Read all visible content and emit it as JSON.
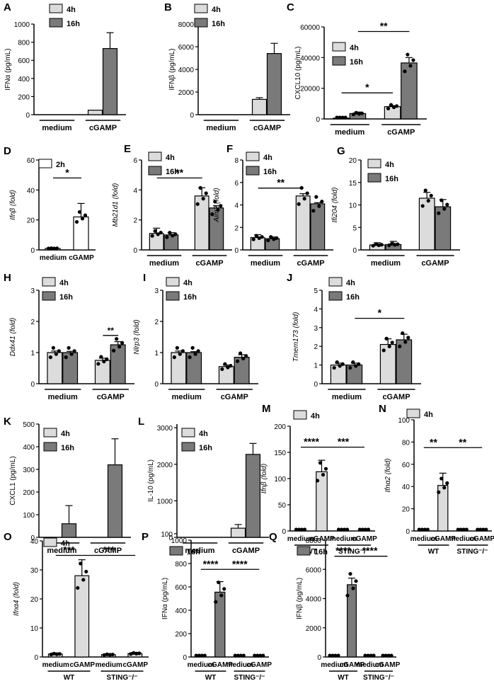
{
  "colors": {
    "h4": "#dcdcdc",
    "h16": "#7a7a7a",
    "h2": "#ffffff",
    "dot": "#000000"
  },
  "chart_data": [
    {
      "id": "A",
      "type": "bar",
      "panel_label": "A",
      "ylabel": "IFNα (pg/mL)",
      "ylim": [
        0,
        1000
      ],
      "yticks": [
        0,
        200,
        400,
        600,
        800,
        1000
      ],
      "groups": [
        "medium",
        "cGAMP"
      ],
      "legend": [
        "4h",
        "16h"
      ],
      "series": [
        {
          "name": "4h",
          "values": [
            0,
            50
          ],
          "errors": [
            0,
            0
          ]
        },
        {
          "name": "16h",
          "values": [
            0,
            730
          ],
          "errors": [
            0,
            175
          ]
        }
      ],
      "points": false
    },
    {
      "id": "B",
      "type": "bar",
      "panel_label": "B",
      "ylabel": "IFNβ (pg/mL)",
      "ylim": [
        0,
        8000
      ],
      "yticks": [
        0,
        2000,
        4000,
        6000,
        8000
      ],
      "groups": [
        "medium",
        "cGAMP"
      ],
      "legend": [
        "4h",
        "16h"
      ],
      "series": [
        {
          "name": "4h",
          "values": [
            0,
            1350
          ],
          "errors": [
            0,
            150
          ]
        },
        {
          "name": "16h",
          "values": [
            0,
            5400
          ],
          "errors": [
            0,
            900
          ]
        }
      ],
      "points": false
    },
    {
      "id": "C",
      "type": "bar",
      "panel_label": "C",
      "ylabel": "CXCL10 (pg/mL)",
      "ylim": [
        0,
        60000
      ],
      "yticks": [
        0,
        20000,
        40000,
        60000
      ],
      "groups": [
        "medium",
        "cGAMP"
      ],
      "legend": [
        "4h",
        "16h"
      ],
      "series": [
        {
          "name": "4h",
          "values": [
            500,
            8000
          ],
          "errors": [
            300,
            700
          ]
        },
        {
          "name": "16h",
          "values": [
            3500,
            36500
          ],
          "errors": [
            1000,
            3500
          ]
        }
      ],
      "points": true,
      "sig": [
        {
          "label": "*",
          "y": 17000
        },
        {
          "label": "**",
          "y": 57000
        }
      ]
    },
    {
      "id": "D",
      "type": "bar",
      "panel_label": "D",
      "ylabel": "Ifnβ (fold)",
      "ylim": [
        0,
        60
      ],
      "yticks": [
        0,
        20,
        40,
        60
      ],
      "groups": [],
      "categories": [
        "medium",
        "cGAMP"
      ],
      "legend": [
        "2h"
      ],
      "series": [
        {
          "name": "2h",
          "values": [
            1,
            22
          ],
          "errors": [
            0,
            9
          ]
        }
      ],
      "points": true,
      "sig": [
        {
          "label": "*",
          "y": 48
        }
      ]
    },
    {
      "id": "E",
      "type": "bar",
      "panel_label": "E",
      "ylabel": "Mb21d1 (fold)",
      "ylim": [
        0,
        6
      ],
      "yticks": [
        0,
        2,
        4,
        6
      ],
      "groups": [
        "medium",
        "cGAMP"
      ],
      "legend": [
        "4h",
        "16h"
      ],
      "series": [
        {
          "name": "4h",
          "values": [
            1.1,
            3.6
          ],
          "errors": [
            0.35,
            0.55
          ]
        },
        {
          "name": "16h",
          "values": [
            1.0,
            2.8
          ],
          "errors": [
            0.15,
            0.15
          ]
        }
      ],
      "points": true,
      "sig": [
        {
          "label": "**",
          "y": 4.8
        }
      ]
    },
    {
      "id": "F",
      "type": "bar",
      "panel_label": "F",
      "ylabel": "Aim2 (fold)",
      "ylim": [
        0,
        8
      ],
      "yticks": [
        0,
        2,
        4,
        6,
        8
      ],
      "groups": [
        "medium",
        "cGAMP"
      ],
      "legend": [
        "4h",
        "16h"
      ],
      "series": [
        {
          "name": "4h",
          "values": [
            1.1,
            4.8
          ],
          "errors": [
            0.25,
            0.2
          ]
        },
        {
          "name": "16h",
          "values": [
            1.0,
            4.1
          ],
          "errors": [
            0.15,
            0.1
          ]
        }
      ],
      "points": true,
      "sig": [
        {
          "label": "**",
          "y": 5.5
        }
      ]
    },
    {
      "id": "G",
      "type": "bar",
      "panel_label": "G",
      "ylabel": "Ifi204 (fold)",
      "ylim": [
        0,
        20
      ],
      "yticks": [
        0,
        5,
        10,
        15,
        20
      ],
      "groups": [
        "medium",
        "cGAMP"
      ],
      "legend": [
        "4h",
        "16h"
      ],
      "series": [
        {
          "name": "4h",
          "values": [
            1.1,
            11.5
          ],
          "errors": [
            0.5,
            1.3
          ]
        },
        {
          "name": "16h",
          "values": [
            1.2,
            9.6
          ],
          "errors": [
            0.7,
            1.6
          ]
        }
      ],
      "points": true
    },
    {
      "id": "H",
      "type": "bar",
      "panel_label": "H",
      "ylabel": "Ddx41 (fold)",
      "ylim": [
        0,
        3
      ],
      "yticks": [
        0,
        1,
        2,
        3
      ],
      "groups": [
        "medium",
        "cGAMP"
      ],
      "legend": [
        "4h",
        "16h"
      ],
      "series": [
        {
          "name": "4h",
          "values": [
            1.0,
            0.75
          ],
          "errors": [
            0.05,
            0.07
          ]
        },
        {
          "name": "16h",
          "values": [
            1.0,
            1.25
          ],
          "errors": [
            0.04,
            0.1
          ]
        }
      ],
      "points": true,
      "sig_pair": [
        {
          "label": "**",
          "y": 1.55,
          "group": 1
        }
      ]
    },
    {
      "id": "I",
      "type": "bar",
      "panel_label": "I",
      "ylabel": "Nlrp3 (fold)",
      "ylim": [
        0,
        3
      ],
      "yticks": [
        0,
        1,
        2,
        3
      ],
      "groups": [
        "medium",
        "cGAMP"
      ],
      "legend": [
        "4h",
        "16h"
      ],
      "series": [
        {
          "name": "4h",
          "values": [
            1.0,
            0.55
          ],
          "errors": [
            0.05,
            0.05
          ]
        },
        {
          "name": "16h",
          "values": [
            1.0,
            0.85
          ],
          "errors": [
            0.03,
            0.08
          ]
        }
      ],
      "points": true
    },
    {
      "id": "J",
      "type": "bar",
      "panel_label": "J",
      "ylabel": "Tmem173 (fold)",
      "ylim": [
        0,
        5
      ],
      "yticks": [
        0,
        1,
        2,
        3,
        4,
        5
      ],
      "groups": [
        "medium",
        "cGAMP"
      ],
      "legend": [
        "4h",
        "16h"
      ],
      "series": [
        {
          "name": "4h",
          "values": [
            1.0,
            2.1
          ],
          "errors": [
            0.1,
            0.3
          ]
        },
        {
          "name": "16h",
          "values": [
            1.0,
            2.35
          ],
          "errors": [
            0.1,
            0.3
          ]
        }
      ],
      "points": true,
      "sig": [
        {
          "label": "*",
          "y": 3.5
        }
      ]
    },
    {
      "id": "K",
      "type": "bar",
      "panel_label": "K",
      "ylabel": "CXCL1 (pg/mL)",
      "ylim": [
        0,
        500
      ],
      "yticks": [
        0,
        100,
        200,
        300,
        400,
        500
      ],
      "groups": [
        "medium",
        "cGAMP"
      ],
      "legend": [
        "4h",
        "16h"
      ],
      "series": [
        {
          "name": "4h",
          "values": [
            0,
            0
          ],
          "errors": [
            0,
            0
          ]
        },
        {
          "name": "16h",
          "values": [
            60,
            320
          ],
          "errors": [
            80,
            115
          ]
        }
      ],
      "points": false
    },
    {
      "id": "L",
      "type": "bar",
      "panel_label": "L",
      "ylabel": "IL-10 (pg/mL)",
      "ylim": [
        0,
        3100
      ],
      "yticks": [
        0,
        100,
        1000,
        2000,
        3000
      ],
      "groups": [
        "medium",
        "cGAMP"
      ],
      "legend": [
        "4h",
        "16h"
      ],
      "series": [
        {
          "name": "4h",
          "values": [
            0,
            250
          ],
          "errors": [
            0,
            100
          ]
        },
        {
          "name": "16h",
          "values": [
            0,
            2270
          ],
          "errors": [
            0,
            300
          ]
        }
      ],
      "points": false
    },
    {
      "id": "M",
      "type": "bar",
      "panel_label": "M",
      "ylabel": "Ifnβ (fold)",
      "ylim": [
        0,
        200
      ],
      "yticks": [
        0,
        50,
        100,
        150,
        200
      ],
      "categories": [
        "medium",
        "cGAMP",
        "medium",
        "cGAMP"
      ],
      "genotypes": [
        "WT",
        "STING⁻/⁻"
      ],
      "legend": [
        "4h"
      ],
      "series": [
        {
          "name": "4h",
          "values": [
            1,
            113,
            0.5,
            0.5
          ],
          "errors": [
            0.5,
            22,
            0.3,
            0.3
          ]
        }
      ],
      "points": true,
      "sig": [
        {
          "label": "****",
          "y": 160,
          "from": 0,
          "to": 1
        },
        {
          "label": "***",
          "y": 160,
          "from": 1,
          "to": 3
        }
      ]
    },
    {
      "id": "N",
      "type": "bar",
      "panel_label": "N",
      "ylabel": "Ifnα2 (fold)",
      "ylim": [
        0,
        100
      ],
      "yticks": [
        0,
        20,
        40,
        60,
        80,
        100
      ],
      "categories": [
        "medium",
        "cGAMP",
        "medium",
        "cGAMP"
      ],
      "genotypes": [
        "WT",
        "STING⁻/⁻"
      ],
      "legend": [
        "4h"
      ],
      "series": [
        {
          "name": "4h",
          "values": [
            1,
            41,
            1,
            1
          ],
          "errors": [
            0.5,
            11,
            0.3,
            0.4
          ]
        }
      ],
      "points": true,
      "sig": [
        {
          "label": "**",
          "y": 75,
          "from": 0,
          "to": 1
        },
        {
          "label": "**",
          "y": 75,
          "from": 1,
          "to": 3
        }
      ]
    },
    {
      "id": "O",
      "type": "bar",
      "panel_label": "O",
      "ylabel": "Ifnα4 (fold)",
      "ylim": [
        0,
        40
      ],
      "yticks": [
        0,
        10,
        20,
        30,
        40
      ],
      "categories": [
        "medium",
        "cGAMP",
        "medium",
        "cGAMP"
      ],
      "genotypes": [
        "WT",
        "STING⁻/⁻"
      ],
      "legend": [
        "4h"
      ],
      "series": [
        {
          "name": "4h",
          "values": [
            1.0,
            28,
            0.8,
            1.2
          ],
          "errors": [
            0.4,
            5.5,
            0.3,
            0.4
          ]
        }
      ],
      "points": true,
      "sig": [
        {
          "label": "***",
          "y": 35,
          "from": 0,
          "to": 1
        },
        {
          "label": "***",
          "y": 35,
          "from": 1,
          "to": 3
        }
      ]
    },
    {
      "id": "P",
      "type": "bar",
      "panel_label": "P",
      "ylabel": "IFNα (pg/mL)",
      "ylim": [
        0,
        1000
      ],
      "yticks": [
        0,
        200,
        400,
        600,
        800,
        1000
      ],
      "categories": [
        "medium",
        "cGAMP",
        "medium",
        "cGAMP"
      ],
      "genotypes": [
        "WT",
        "STING⁻/⁻"
      ],
      "legend": [
        "16h"
      ],
      "series": [
        {
          "name": "16h",
          "values": [
            0,
            555,
            0,
            10
          ],
          "errors": [
            0,
            90,
            0,
            3
          ]
        }
      ],
      "points": true,
      "sig": [
        {
          "label": "****",
          "y": 750,
          "from": 0,
          "to": 1
        },
        {
          "label": "****",
          "y": 750,
          "from": 1,
          "to": 3
        }
      ]
    },
    {
      "id": "Q",
      "type": "bar",
      "panel_label": "Q",
      "ylabel": "IFNβ (pg/mL)",
      "ylim": [
        0,
        8000
      ],
      "yticks": [
        0,
        2000,
        4000,
        6000,
        8000
      ],
      "categories": [
        "medium",
        "cGAMP",
        "medium",
        "cGAMP"
      ],
      "genotypes": [
        "WT",
        "STING⁻/⁻"
      ],
      "legend": [
        "16h"
      ],
      "series": [
        {
          "name": "16h",
          "values": [
            0,
            4950,
            0,
            0
          ],
          "errors": [
            0,
            450,
            0,
            0
          ]
        }
      ],
      "points": true,
      "sig": [
        {
          "label": "****",
          "y": 6900,
          "from": 0,
          "to": 1
        },
        {
          "label": "****",
          "y": 6900,
          "from": 1,
          "to": 3
        }
      ]
    }
  ]
}
